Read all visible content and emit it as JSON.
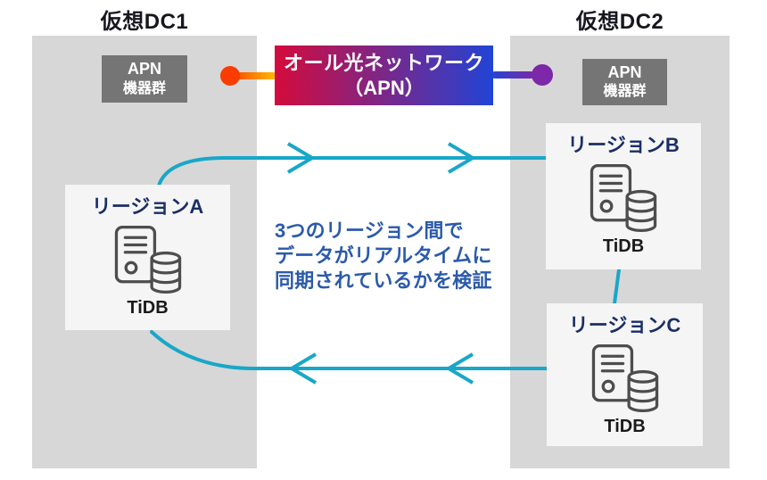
{
  "colors": {
    "panel-gray": "#d7d7d7",
    "apn-box-gray": "#757575",
    "region-box-bg": "#f5f5f5",
    "banner-red": "#d40b3c",
    "banner-blue": "#2144d6",
    "connector-orange": "#fa3c00",
    "connector-yellow": "#ffbe00",
    "connector-blue": "#2546d2",
    "connector-purple": "#7c28a8",
    "arrow-cyan": "#18a7c8",
    "title-dark": "#17171f",
    "region-label-navy": "#1a2e66",
    "caption-blue": "#2b5aab",
    "icon-stroke": "#4d4d4d",
    "tidb-black": "#1a1a1a"
  },
  "dc1": {
    "title": "仮想DC1",
    "apn_box": {
      "line1": "APN",
      "line2": "機器群"
    }
  },
  "dc2": {
    "title": "仮想DC2",
    "apn_box": {
      "line1": "APN",
      "line2": "機器群"
    }
  },
  "apn_banner": {
    "line1": "オール光ネットワーク",
    "line2": "（APN）"
  },
  "regions": [
    {
      "label": "リージョンA",
      "db": "TiDB"
    },
    {
      "label": "リージョンB",
      "db": "TiDB"
    },
    {
      "label": "リージョンC",
      "db": "TiDB"
    }
  ],
  "caption": {
    "line1": "3つのリージョン間で",
    "line2": "データがリアルタイムに",
    "line3": "同期されているかを検証"
  }
}
